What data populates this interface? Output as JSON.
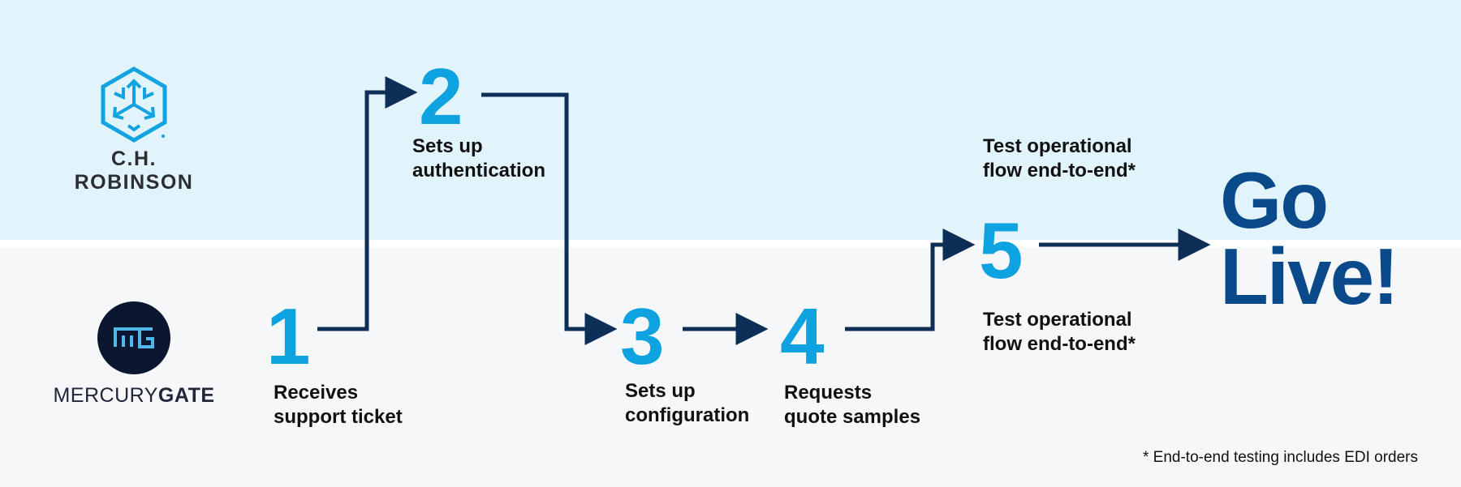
{
  "logos": {
    "top": {
      "name": "C.H. ROBINSON",
      "icon": "chr-cube-icon"
    },
    "bottom": {
      "name_part1": "MERCURY",
      "name_part2": "GATE",
      "icon": "mercurygate-badge-icon"
    }
  },
  "steps": [
    {
      "number": "1",
      "label": "Receives\nsupport ticket"
    },
    {
      "number": "2",
      "label": "Sets up\nauthentication"
    },
    {
      "number": "3",
      "label": "Sets up\nconfiguration"
    },
    {
      "number": "4",
      "label": "Requests\nquote samples"
    },
    {
      "number": "5",
      "label_top": "Test operational\nflow end-to-end*",
      "label_bottom": "Test operational\nflow end-to-end*"
    }
  ],
  "go_live": "Go\nLive!",
  "footnote": "* End-to-end testing includes EDI orders",
  "colors": {
    "number": "#0ea2e0",
    "connector": "#0d2f57",
    "go_live": "#0a4a8a",
    "top_band": "#e2f4fb",
    "bottom_band": "#f6f7f8"
  }
}
